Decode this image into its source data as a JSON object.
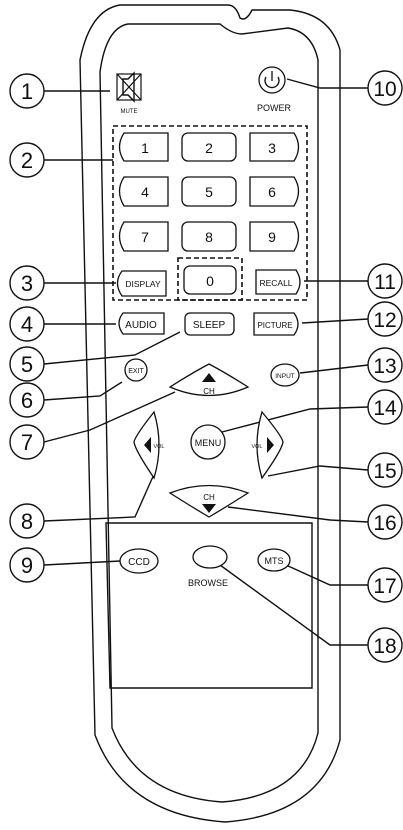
{
  "buttons": {
    "mute": "MUTE",
    "power": "POWER",
    "digits": [
      "1",
      "2",
      "3",
      "4",
      "5",
      "6",
      "7",
      "8",
      "9",
      "0"
    ],
    "display": "DISPLAY",
    "recall": "RECALL",
    "audio": "AUDIO",
    "sleep": "SLEEP",
    "picture": "PICTURE",
    "exit": "EXIT",
    "input": "INPUT",
    "ch": "CH",
    "menu": "MENU",
    "vol": "VOL",
    "ccd": "CCD",
    "browse": "BROWSE",
    "mts": "MTS"
  },
  "callouts": [
    "1",
    "2",
    "3",
    "4",
    "5",
    "6",
    "7",
    "8",
    "9",
    "10",
    "11",
    "12",
    "13",
    "14",
    "15",
    "16",
    "17",
    "18"
  ]
}
